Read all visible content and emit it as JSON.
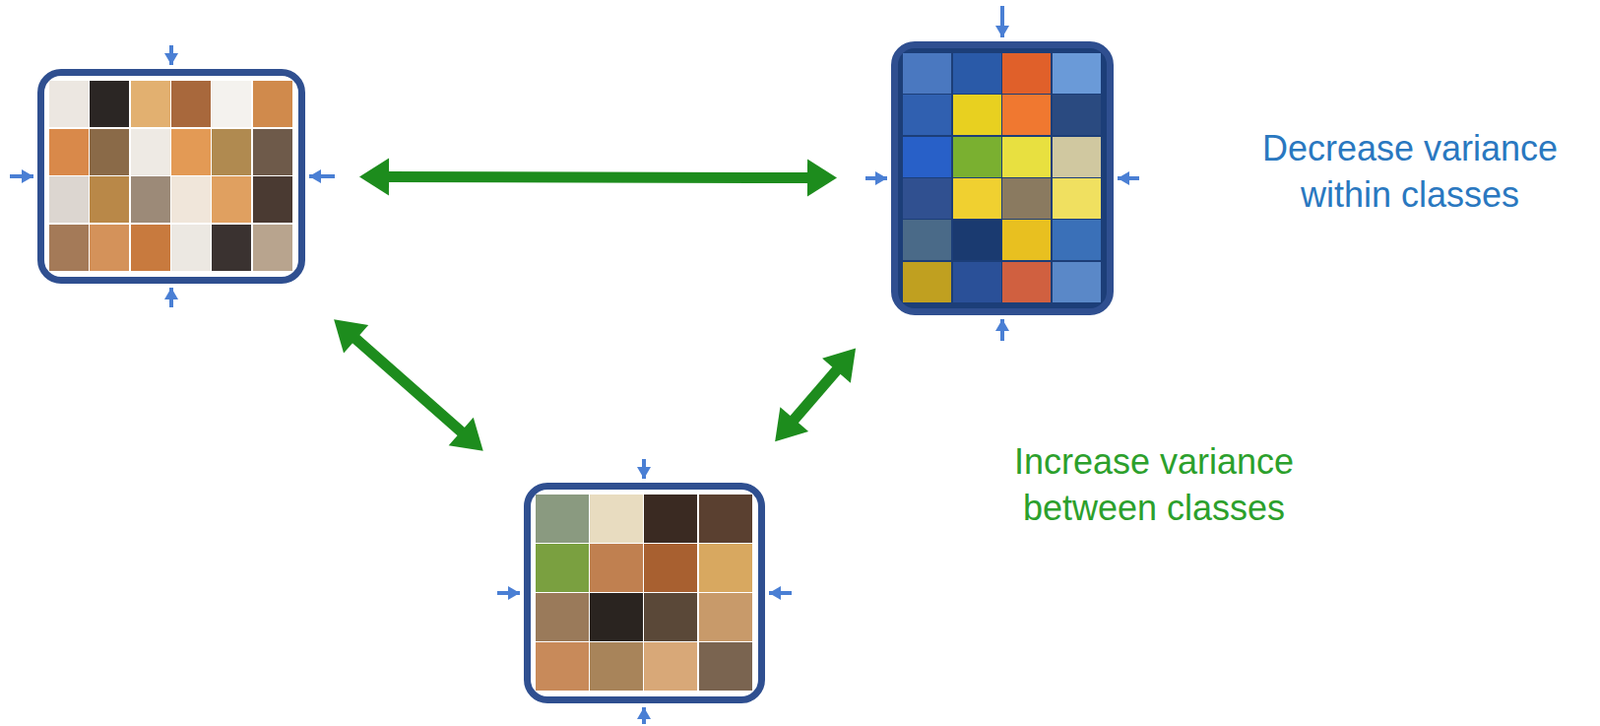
{
  "diagram": {
    "nodes": [
      {
        "text": []
      },
      {
        "text": []
      },
      {
        "text": []
      }
    ],
    "edges": [
      {
        "from": 0,
        "to": 1,
        "arrow": "both"
      },
      {
        "from": 0,
        "to": 2,
        "arrow": "both"
      },
      {
        "from": 2,
        "to": 1,
        "arrow": "both"
      }
    ],
    "labels": [
      "Decrease variance within classes",
      "Increase variance between classes"
    ]
  }
}
